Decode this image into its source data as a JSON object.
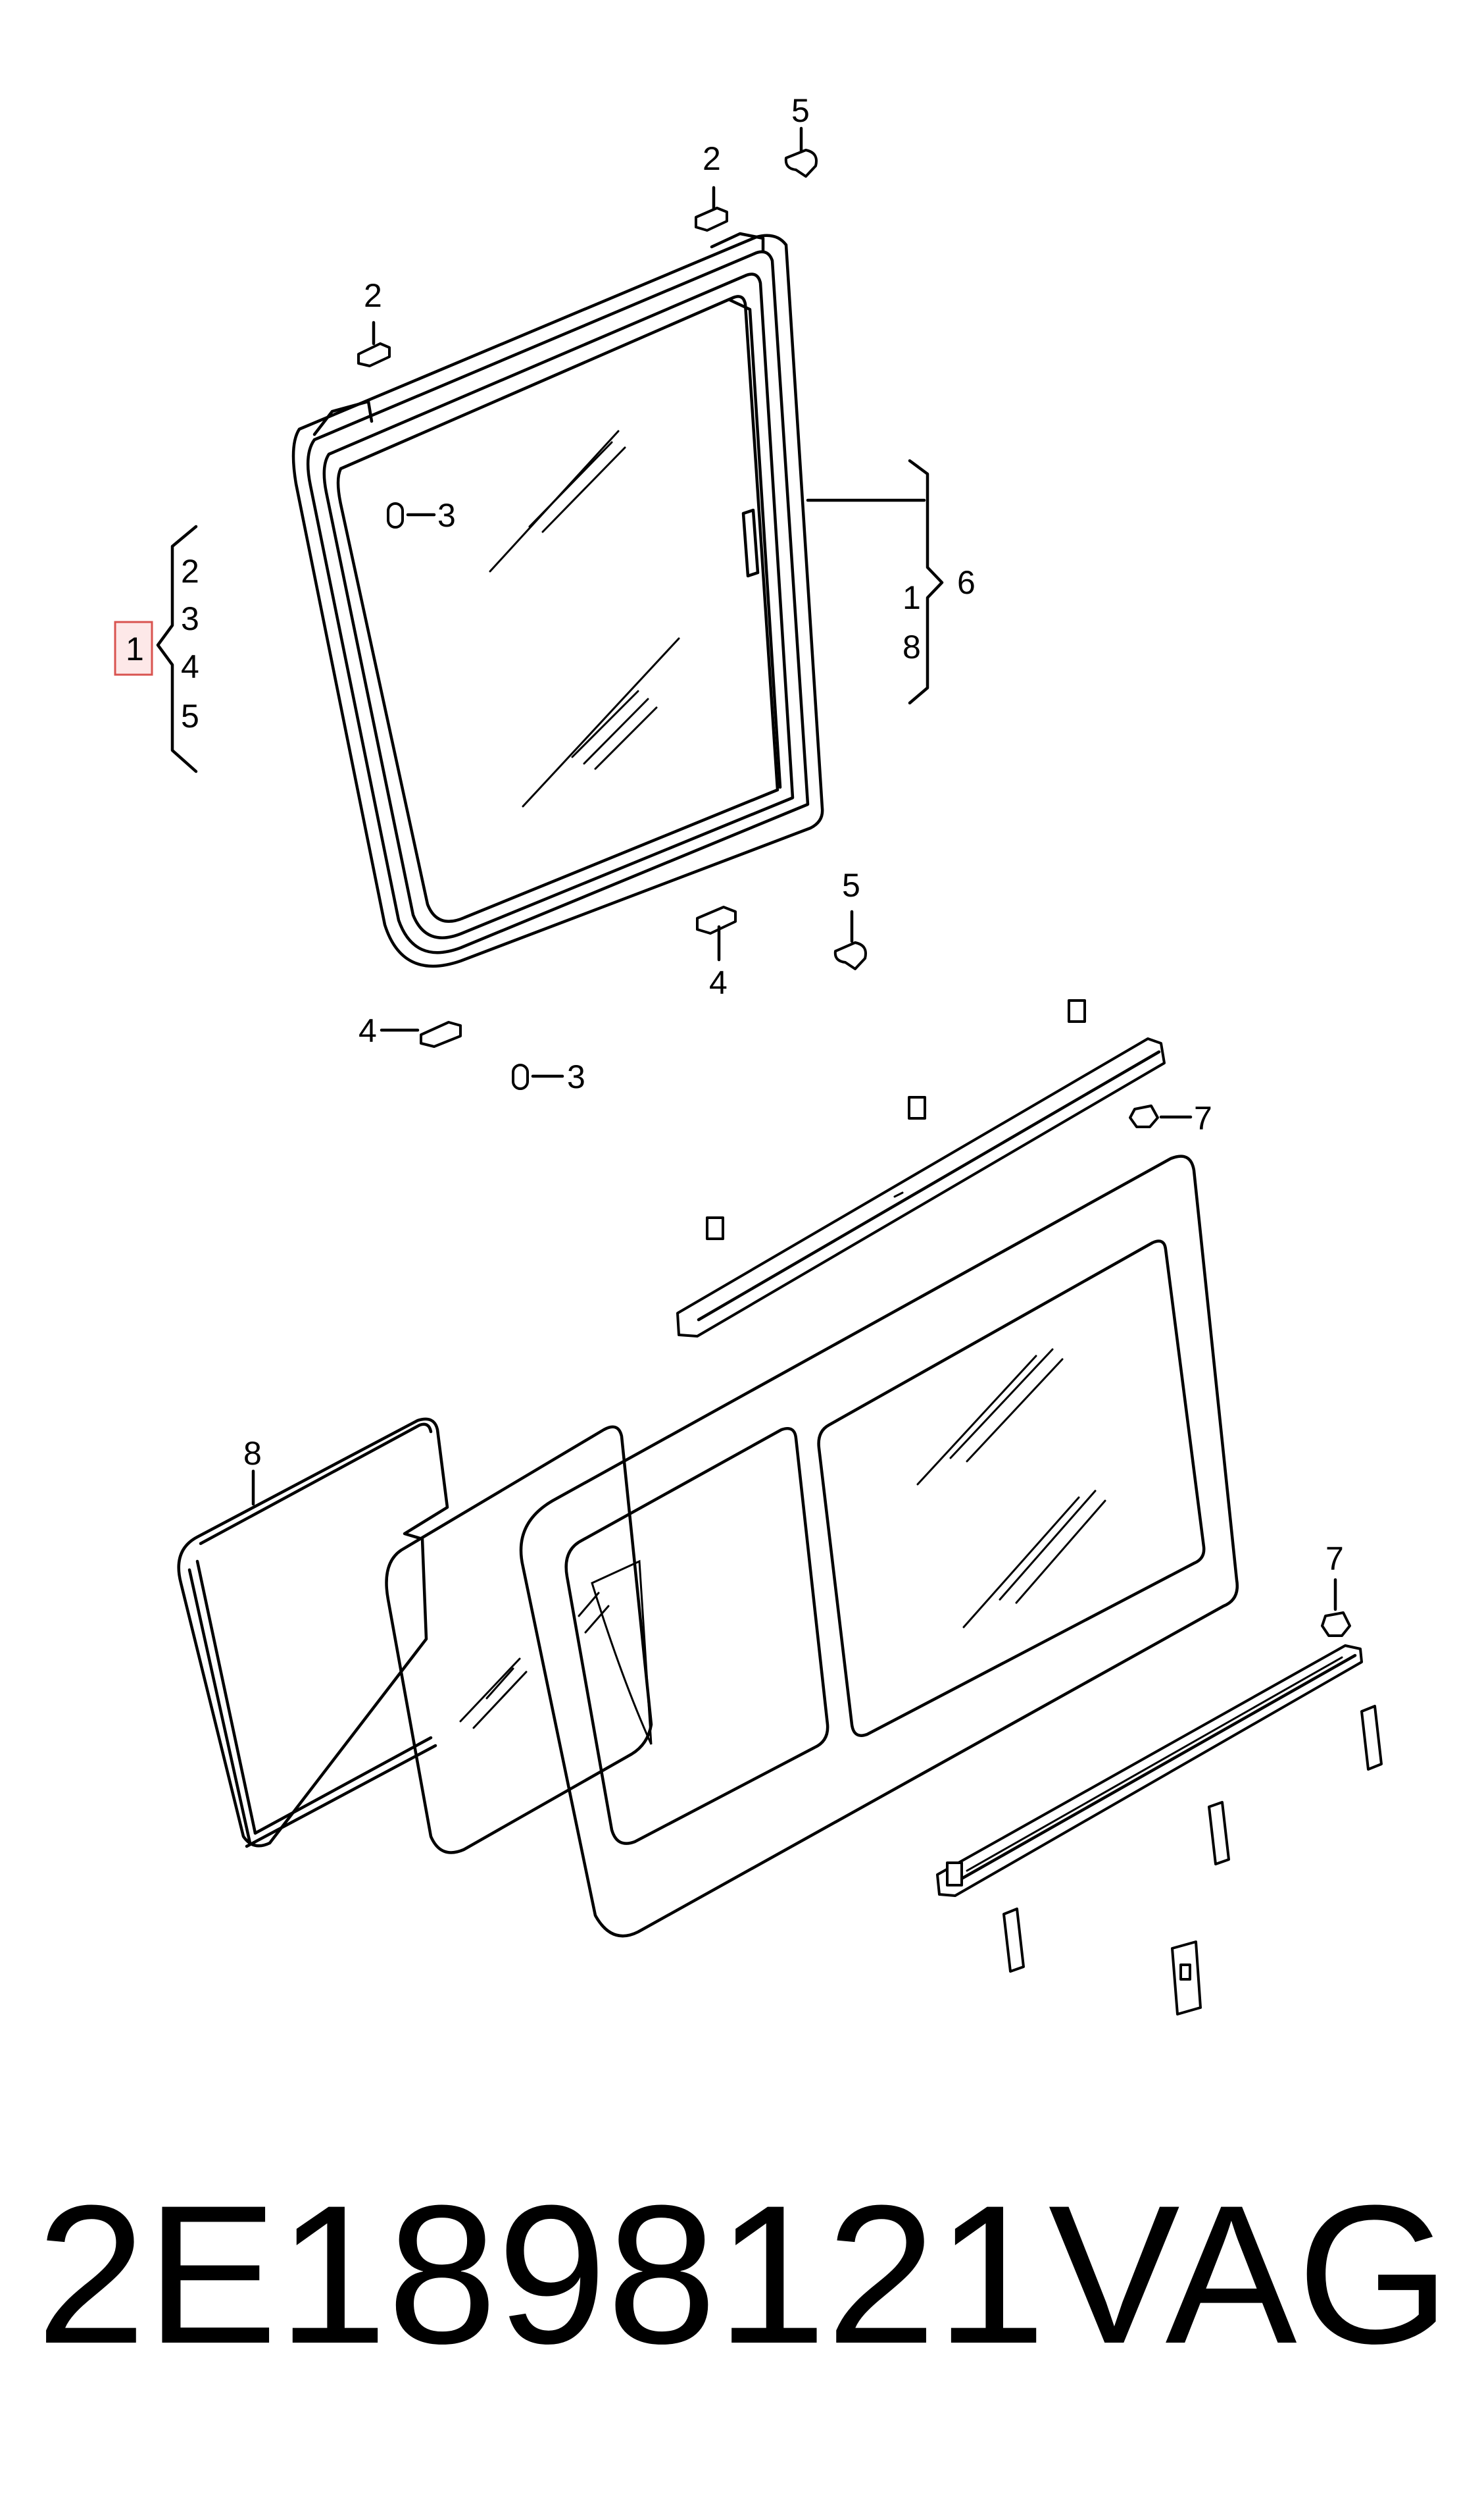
{
  "callouts": {
    "top_5": "5",
    "top_2_right": "2",
    "top_2_left": "2",
    "clip_3_upper": "3",
    "group_left_main": "1",
    "group_left_2": "2",
    "group_left_3": "3",
    "group_left_4": "4",
    "group_left_5": "5",
    "group_right_6": "6",
    "group_right_1": "1",
    "group_right_8": "8",
    "mid_5": "5",
    "mid_4": "4",
    "lower_4": "4",
    "clip_3_lower": "3",
    "rail_7_upper": "7",
    "seal_8": "8",
    "rail_7_lower": "7"
  },
  "caption": {
    "part_number": "2E1898121",
    "brand": "VAG"
  },
  "colors": {
    "line": "#000000",
    "highlight_fill": "#fde8e8",
    "highlight_border": "#d9534f"
  }
}
